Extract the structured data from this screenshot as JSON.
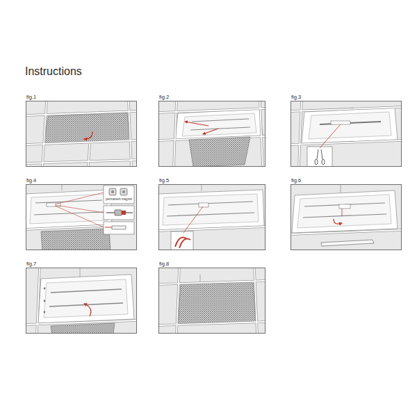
{
  "diagram": {
    "title": "Instructions",
    "nodes": [
      {
        "text": [
          "fig.1"
        ]
      },
      {
        "text": [
          "fig.2"
        ]
      },
      {
        "text": [
          "fig.3"
        ]
      },
      {
        "text": [
          "fig.4"
        ]
      },
      {
        "text": [
          "fig.5"
        ]
      },
      {
        "text": [
          "fig.6"
        ]
      },
      {
        "text": [
          "fig.7"
        ]
      },
      {
        "text": [
          "fig.8"
        ]
      }
    ],
    "labels": [
      "permanent magnet"
    ]
  }
}
